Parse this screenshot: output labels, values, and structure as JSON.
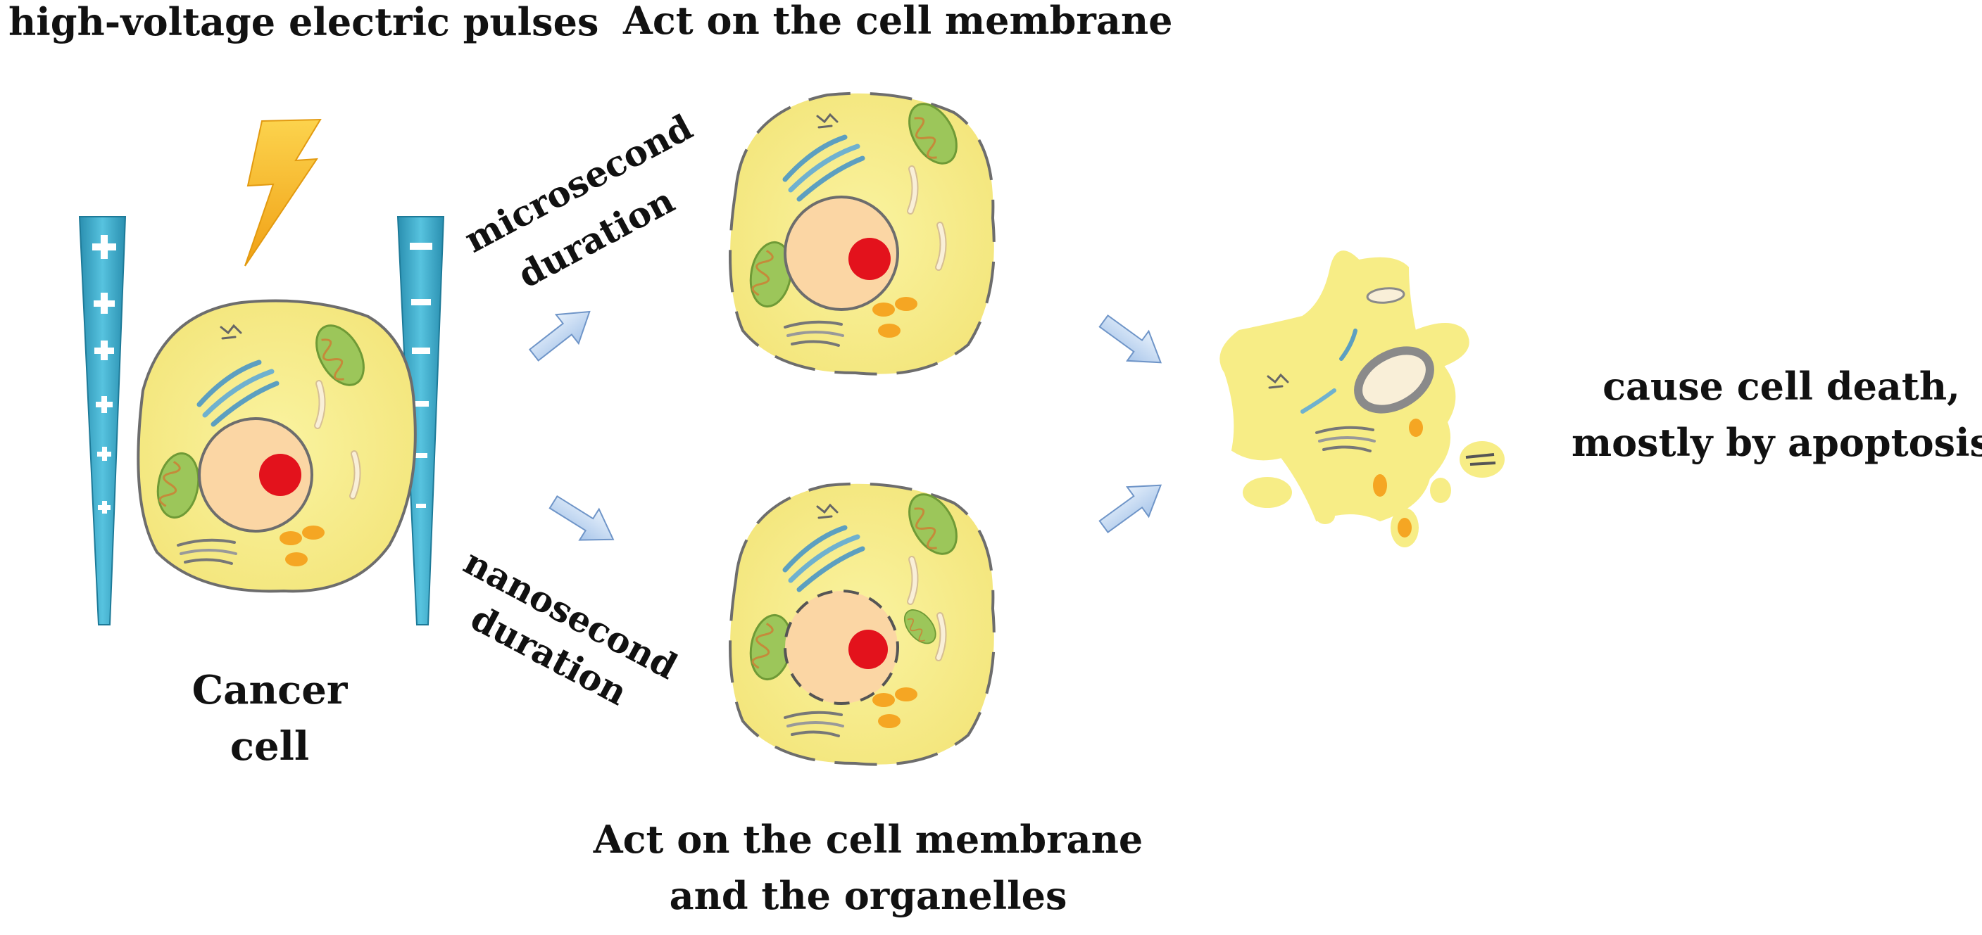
{
  "labels": {
    "top_left": "high-voltage electric pulses",
    "top_center": "Act on the cell membrane",
    "micro_line1": "microsecond",
    "micro_line2": "duration",
    "nano_line1": "nanosecond",
    "nano_line2": "duration",
    "cancer_line1": "Cancer",
    "cancer_line2": "cell",
    "bottom_line1": "Act on the cell membrane",
    "bottom_line2": "and the organelles",
    "right_line1": "cause cell death,",
    "right_line2": "mostly by apoptosis"
  },
  "electrodes": {
    "positive_symbol": "+",
    "negative_symbol": "−",
    "color": "#3aa6c6"
  },
  "colors": {
    "cell_fill": "#f7ed86",
    "cell_outline": "#6d6d6d",
    "nucleus_fill": "#fbd6a4",
    "nucleolus": "#e3121c",
    "mitochondria": "#9cc65a",
    "golgi": "#6fb1cf",
    "vesicle": "#f5a623",
    "bolt": "#f6b21a",
    "arrow": "#c8dbf2"
  }
}
